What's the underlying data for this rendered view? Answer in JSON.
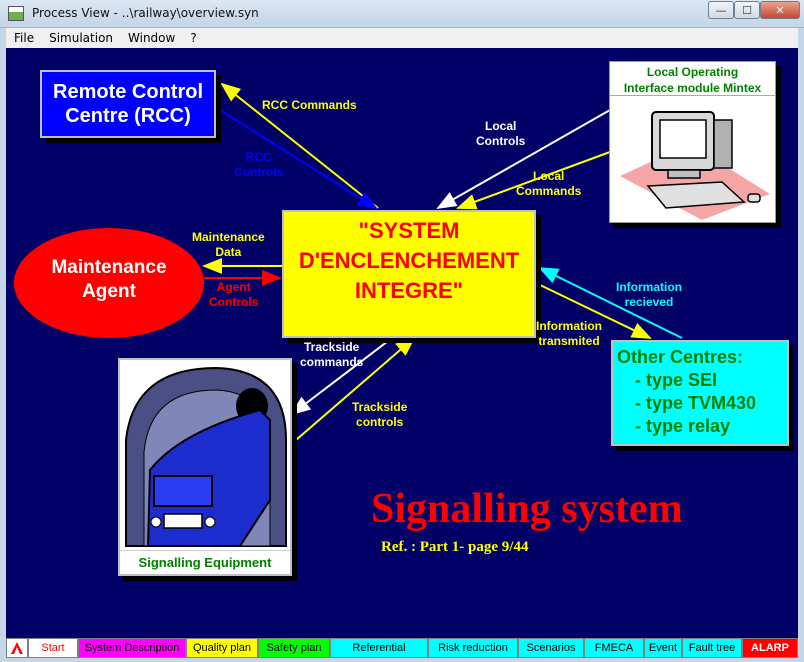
{
  "window": {
    "title": "Process View - ..\\railway\\overview.syn",
    "min_glyph": "—",
    "max_glyph": "☐",
    "close_glyph": "✕"
  },
  "menu": [
    "File",
    "Simulation",
    "Window",
    "?"
  ],
  "boxes": {
    "rcc": [
      "Remote Control",
      "Centre (RCC)"
    ],
    "agent": [
      "Maintenance",
      "Agent"
    ],
    "sei": [
      "\"SYSTEM",
      "D'ENCLENCHEMENT",
      "INTEGRE\""
    ],
    "mintex": [
      "Local Operating",
      "Interface module Mintex"
    ],
    "other": [
      "Other Centres:",
      "- type SEI",
      "- type TVM430",
      "- type relay"
    ],
    "equipment": "Signalling Equipment"
  },
  "labels": {
    "rcc_commands": "RCC Commands",
    "rcc_controls": [
      "RCC",
      "Controls"
    ],
    "local_controls": [
      "Local",
      "Controls"
    ],
    "local_commands": [
      "Local",
      "Commands"
    ],
    "maintenance_data": [
      "Maintenance",
      "Data"
    ],
    "agent_controls": [
      "Agent",
      "Controls"
    ],
    "information_recieved": [
      "Information",
      "recieved"
    ],
    "information_transmited": [
      "Information",
      "transmited"
    ],
    "trackside_commands": [
      "Trackside",
      "commands"
    ],
    "trackside_controls": [
      "Trackside",
      "controls"
    ]
  },
  "heading": "Signalling system",
  "reference": "Ref. : Part 1- page 9/44",
  "tabs": [
    {
      "label": "Start",
      "color": "#ffffff",
      "text": "#ff0000"
    },
    {
      "label": "System Description",
      "color": "#ff00ff",
      "text": "#000000"
    },
    {
      "label": "Quality plan",
      "color": "#ffff00",
      "text": "#000000"
    },
    {
      "label": "Safety plan",
      "color": "#00ff00",
      "text": "#000000"
    },
    {
      "label": "Referential",
      "color": "#00ffff",
      "text": "#000000"
    },
    {
      "label": "Risk reduction",
      "color": "#00ffff",
      "text": "#000000"
    },
    {
      "label": "Scenarios",
      "color": "#00ffff",
      "text": "#000000"
    },
    {
      "label": "FMECA",
      "color": "#00ffff",
      "text": "#000000"
    },
    {
      "label": "Event",
      "color": "#00ffff",
      "text": "#000000"
    },
    {
      "label": "Fault tree",
      "color": "#00ffff",
      "text": "#000000"
    },
    {
      "label": "ALARP",
      "color": "#ff0000",
      "text": "#ffffff"
    }
  ],
  "colors": {
    "canvas": "#000066",
    "rcc": "#0000ff",
    "agent": "#ff0000",
    "sei": "#ffff00",
    "other": "#00ffff"
  }
}
